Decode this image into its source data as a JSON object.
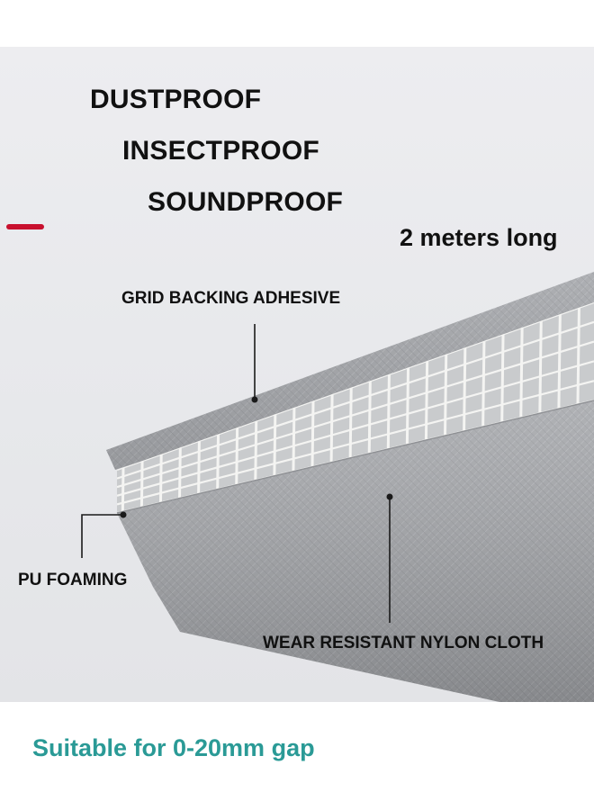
{
  "features": {
    "line1": "DUSTPROOF",
    "line2": "INSECTPROOF",
    "line3": "SOUNDPROOF"
  },
  "length_note": "2 meters long",
  "callouts": {
    "grid_backing": "GRID BACKING ADHESIVE",
    "pu_foaming": "PU FOAMING",
    "nylon_cloth": "WEAR RESISTANT NYLON CLOTH"
  },
  "gap_note": "Suitable for 0-20mm gap",
  "colors": {
    "accent_red": "#c8102e",
    "gap_text": "#2a9a96",
    "strip_gray": "#a7a9ad"
  }
}
